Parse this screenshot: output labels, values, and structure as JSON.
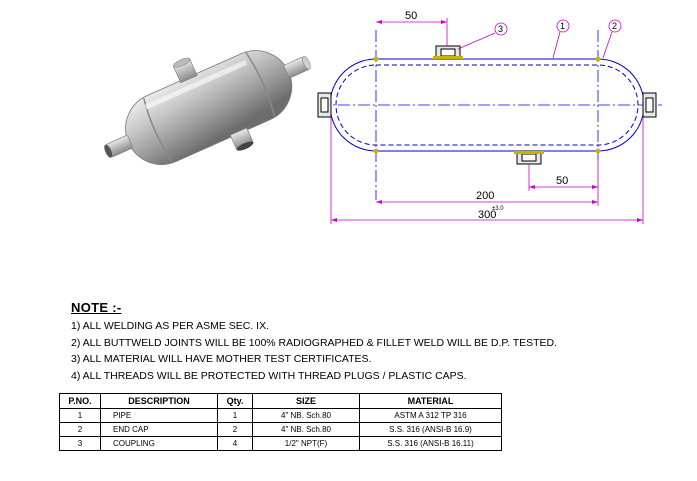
{
  "drawing": {
    "dimensions": {
      "top_offset": "50",
      "bottom_offset": "50",
      "shell_length": "200",
      "overall_length": "300",
      "overall_tolerance": "±3.0"
    },
    "balloons": [
      "1",
      "2",
      "3"
    ],
    "colors": {
      "outline": "#0000cc",
      "centerline": "#0000ff",
      "dimension": "#cc00cc",
      "weld_mark": "#c8b400",
      "fitting_fill": "#e8e8e8"
    }
  },
  "photo": {
    "subject": "stainless steel vessel with end caps and couplings"
  },
  "notes": {
    "title": "NOTE :-",
    "lines": [
      "1) ALL WELDING AS PER ASME SEC. IX.",
      "2) ALL BUTTWELD JOINTS WILL BE 100% RADIOGRAPHED & FILLET WELD WILL BE D.P. TESTED.",
      "3) ALL MATERIAL WILL HAVE MOTHER TEST CERTIFICATES.",
      "4)  ALL THREADS WILL BE PROTECTED WITH THREAD PLUGS / PLASTIC CAPS."
    ]
  },
  "bom": {
    "headers": [
      "P.NO.",
      "DESCRIPTION",
      "Qty.",
      "SIZE",
      "MATERIAL"
    ],
    "rows": [
      [
        "1",
        "PIPE",
        "1",
        "4\" NB. Sch.80",
        "ASTM A 312 TP 316"
      ],
      [
        "2",
        "END CAP",
        "2",
        "4\" NB. Sch.80",
        "S.S. 316 (ANSI-B 16.9)"
      ],
      [
        "3",
        "COUPLING",
        "4",
        "1/2\" NPT(F)",
        "S.S. 316 (ANSI-B 16.11)"
      ]
    ]
  }
}
